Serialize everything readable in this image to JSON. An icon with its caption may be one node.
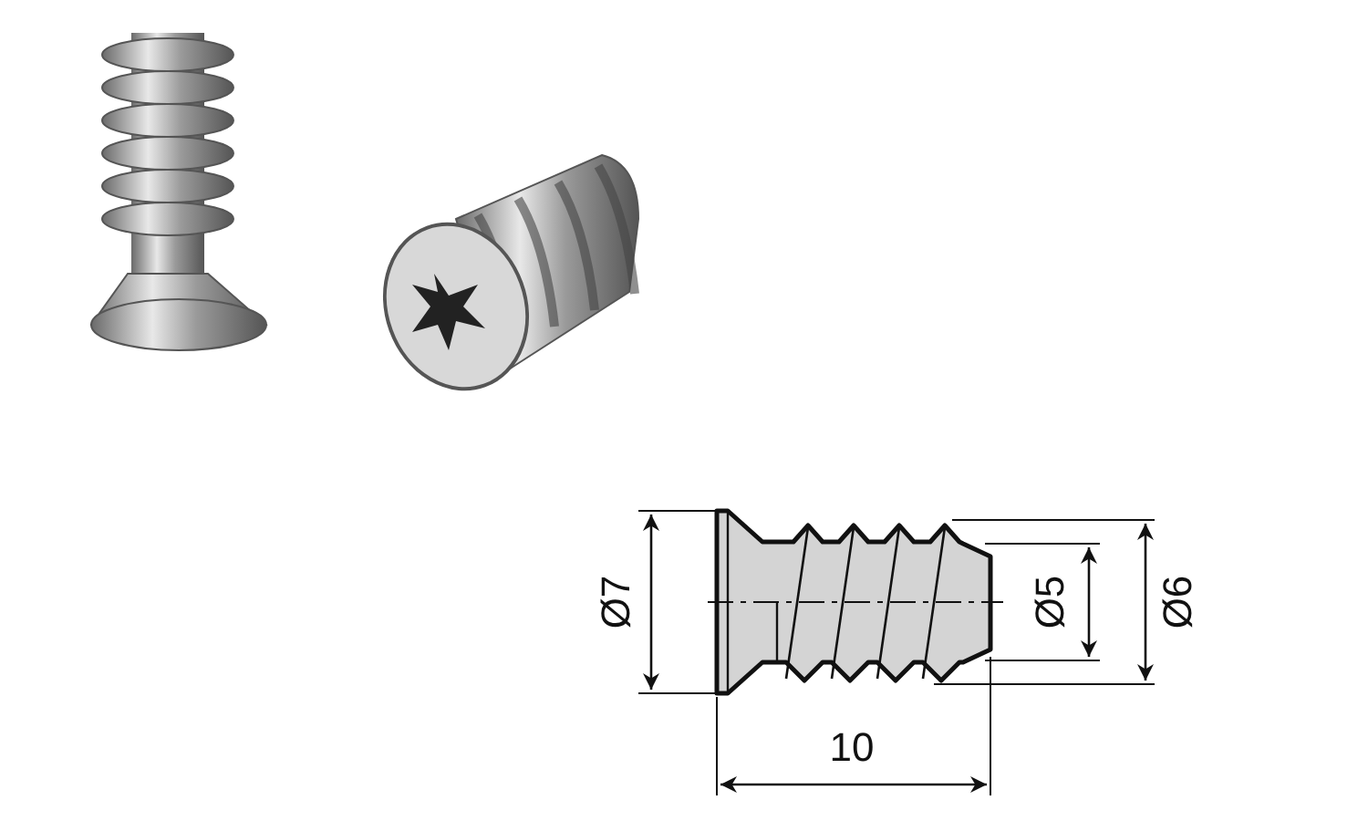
{
  "diagram": {
    "labels": [
      "Ø7",
      "Ø5",
      "Ø6",
      "10"
    ]
  }
}
